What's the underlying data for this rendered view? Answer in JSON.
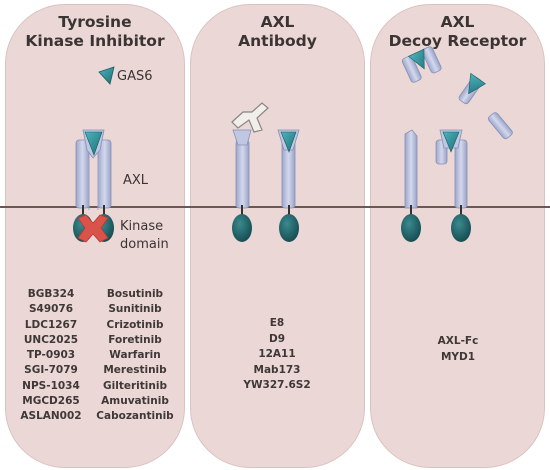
{
  "panels": [
    {
      "title_line1": "Tyrosine",
      "title_line2": "Kinase Inhibitor"
    },
    {
      "title_line1": "AXL",
      "title_line2": "Antibody"
    },
    {
      "title_line1": "AXL",
      "title_line2": "Decoy Receptor"
    }
  ],
  "labels": {
    "gas6": "GAS6",
    "axl": "AXL",
    "kinase_line1": "Kinase",
    "kinase_line2": "domain"
  },
  "tki_left": [
    "BGB324",
    "S49076",
    "LDC1267",
    "UNC2025",
    "TP-0903",
    "SGI-7079",
    "NPS-1034",
    "MGCD265",
    "ASLAN002"
  ],
  "tki_right": [
    "Bosutinib",
    "Sunitinib",
    "Crizotinib",
    "Foretinib",
    "Warfarin",
    "Merestinib",
    "Gilteritinib",
    "Amuvatinib",
    "Cabozantinib"
  ],
  "antibodies": [
    "E8",
    "D9",
    "12A11",
    "Mab173",
    "YW327.6S2"
  ],
  "decoys": [
    "AXL-Fc",
    "MYD1"
  ],
  "colors": {
    "panel_bg": "#ebd7d6",
    "receptor": "#b7bfdb",
    "teal": "#2a8d97",
    "kinase": "#1f5f63",
    "inhibit_x": "#d9534a",
    "membrane": "#6b5754"
  }
}
